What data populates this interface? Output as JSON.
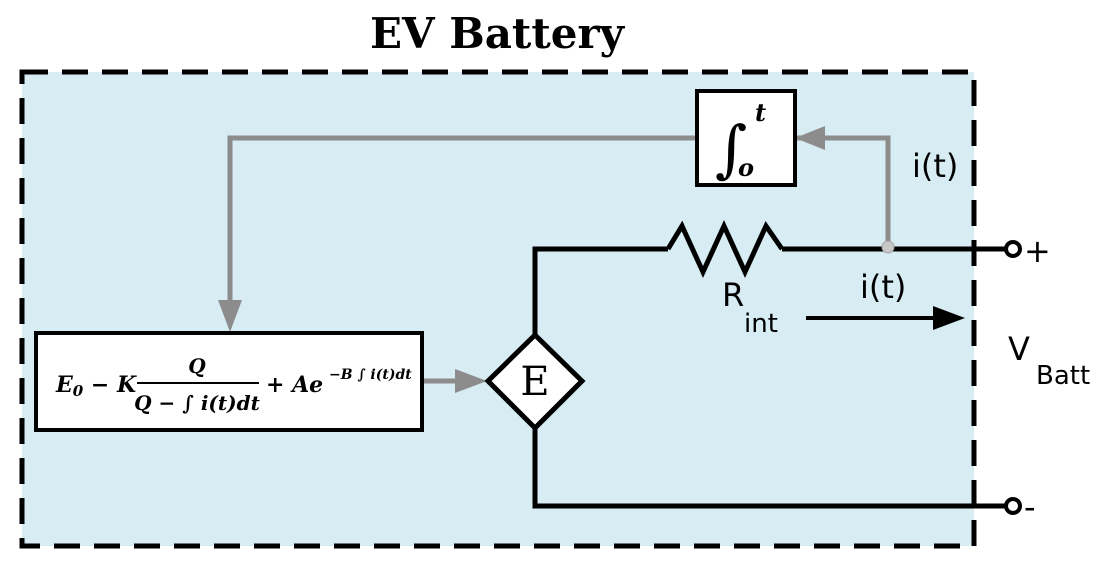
{
  "title": "EV Battery",
  "labels": {
    "current_feedback": "i(t)",
    "current_output": "i(t)",
    "resistor": "R",
    "resistor_sub": "int",
    "voltage": "V",
    "voltage_sub": "Batt",
    "source": "E",
    "plus": "+",
    "minus": "-"
  },
  "integrator": {
    "upper_limit": "t",
    "lower_limit": "o"
  },
  "equation": {
    "e": "E",
    "e_sub": "0",
    "minus_k": " − K",
    "numerator": "Q",
    "denominator": "Q − ∫ i(t)dt",
    "plus_a": "+ Ae",
    "exponent": "−B ∫ i(t)dt"
  },
  "colors": {
    "background": "#d7edf3",
    "signal": "#8c8c8c",
    "wire": "#000000"
  }
}
